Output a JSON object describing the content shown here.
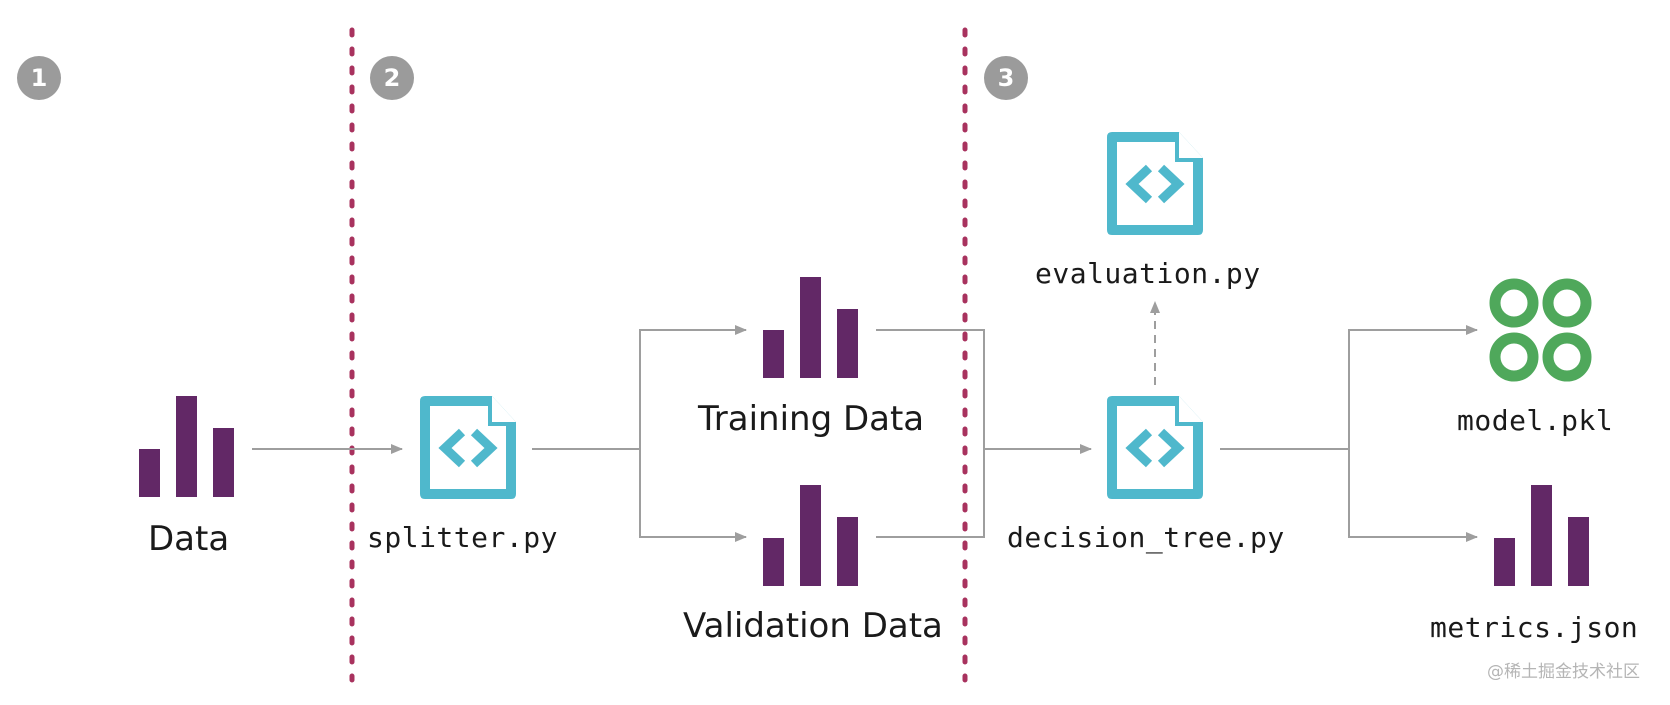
{
  "colors": {
    "bar": "#622866",
    "script_icon": "#4fb8cc",
    "model_icon": "#4fa85b",
    "divider": "#a8325e",
    "arrow": "#9e9e9e",
    "step_badge": "#9b9b9b"
  },
  "steps": [
    "1",
    "2",
    "3"
  ],
  "nodes": {
    "data": {
      "label": "Data",
      "icon": "bar-chart-icon"
    },
    "splitter": {
      "label": "splitter.py",
      "icon": "code-file-icon"
    },
    "training": {
      "label": "Training Data",
      "icon": "bar-chart-icon"
    },
    "validation": {
      "label": "Validation Data",
      "icon": "bar-chart-icon"
    },
    "evaluation": {
      "label": "evaluation.py",
      "icon": "code-file-icon"
    },
    "decision_tree": {
      "label": "decision_tree.py",
      "icon": "code-file-icon"
    },
    "model": {
      "label": "model.pkl",
      "icon": "model-rings-icon"
    },
    "metrics": {
      "label": "metrics.json",
      "icon": "bar-chart-icon"
    }
  },
  "watermark": "@稀土掘金技术社区"
}
